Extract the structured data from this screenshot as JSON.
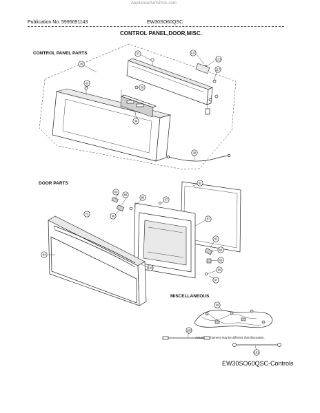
{
  "watermark": "AppliancePartsPros.com",
  "header": {
    "publication": "Publication No: 5995691143",
    "model": "EW30SO60QSC"
  },
  "title": "CONTROL PANEL,DOOR,MISC.",
  "sections": {
    "control_panel": "CONTROL PANEL PARTS",
    "door": "DOOR PARTS",
    "misc": "MISCELLANEOUS"
  },
  "callouts": {
    "control_panel": [
      "35",
      "37",
      "127",
      "113",
      "117",
      "43",
      "30",
      "36",
      "38"
    ],
    "door": [
      "89",
      "88",
      "82",
      "86",
      "97",
      "73",
      "90",
      "64",
      "100",
      "83",
      "94",
      "86",
      "96",
      "97",
      "87"
    ],
    "misc": [
      "99",
      "100",
      "101"
    ]
  },
  "misc_note": "Actual wire harness may be different than illustration.",
  "footer": "EW30SO60QSC-Controls"
}
